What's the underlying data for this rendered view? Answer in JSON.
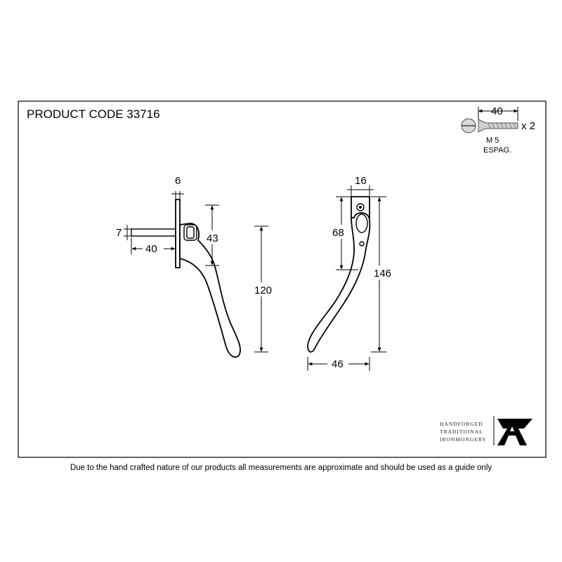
{
  "header": {
    "product_code": "PRODUCT CODE 33716"
  },
  "screw": {
    "length": "40",
    "quantity": "x 2",
    "thread": "M 5",
    "type": "ESPAG."
  },
  "side_view": {
    "plate_thickness": "6",
    "spindle_diameter": "7",
    "spindle_length": "40",
    "plate_to_handle": "43",
    "handle_drop": "120"
  },
  "front_view": {
    "plate_width": "16",
    "plate_height": "68",
    "overall_height": "146",
    "handle_width": "46"
  },
  "logo": {
    "line1": "HANDFORGED",
    "line2": "TRADITIONAL",
    "line3": "IRONMONGERY",
    "icon": "anvil-A-icon"
  },
  "footer": {
    "disclaimer": "Due to the hand crafted nature of our products all measurements are approximate and should be used as a guide only"
  }
}
